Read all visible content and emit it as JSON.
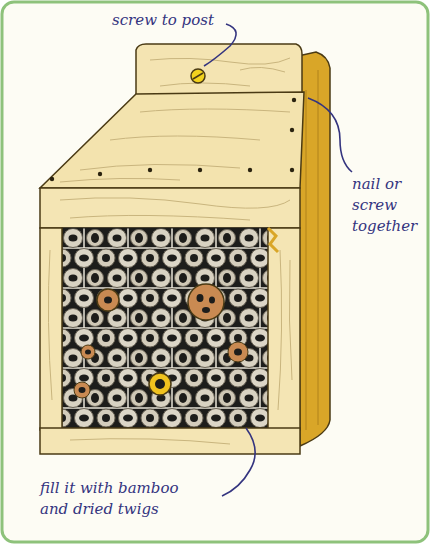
{
  "diagram": {
    "labels": [
      "screw to post",
      "nail or screw together",
      "fill it with bamboo and dried twigs"
    ]
  }
}
